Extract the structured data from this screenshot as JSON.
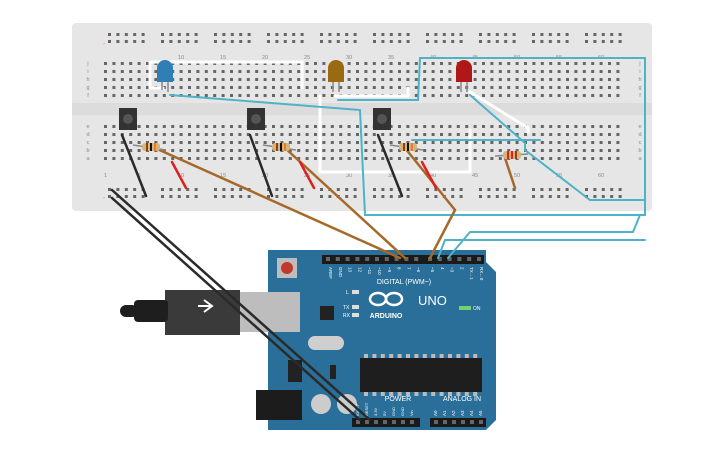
{
  "breadboard": {
    "top_numbers": [
      "10",
      "15",
      "20",
      "25",
      "30",
      "35",
      "40",
      "45",
      "50",
      "55",
      "60"
    ],
    "bottom_numbers": [
      "1",
      "5",
      "10",
      "15",
      "20",
      "25",
      "30",
      "35",
      "40",
      "45",
      "50",
      "55",
      "60"
    ],
    "row_letters_top": [
      "j",
      "i",
      "h",
      "g",
      "f"
    ],
    "row_letters_bottom": [
      "e",
      "d",
      "c",
      "b",
      "a"
    ],
    "rail_minus": "-",
    "rail_plus": "+"
  },
  "arduino": {
    "logo_text": "ARDUINO",
    "model": "UNO",
    "digital_label": "DIGITAL (PWM~)",
    "on_label": "ON",
    "l_label": "L",
    "tx_label": "TX",
    "rx_label": "RX",
    "power_label": "POWER",
    "analog_label": "ANALOG IN",
    "digital_pins": [
      "AREF",
      "GND",
      "13",
      "12",
      "~11",
      "~10",
      "~9",
      "8",
      "7",
      "~6",
      "~5",
      "4",
      "~3",
      "2",
      "TX→1",
      "RX←0"
    ],
    "power_pins": [
      "IOREF",
      "RESET",
      "3.3V",
      "5V",
      "GND",
      "GND",
      "Vin"
    ],
    "analog_pins": [
      "A0",
      "A1",
      "A2",
      "A3",
      "A4",
      "A5"
    ]
  },
  "colors": {
    "board_blue": "#2a6f9a",
    "breadboard": "#e8e8e8",
    "led_blue": "#2f7fb5",
    "led_yellow": "#9a6a12",
    "led_red": "#b01818",
    "wire_teal": "#4fb2c6",
    "wire_brown": "#a56a2a",
    "wire_black": "#2a2a2a",
    "wire_red": "#e02020",
    "wire_white": "#ffffff"
  }
}
